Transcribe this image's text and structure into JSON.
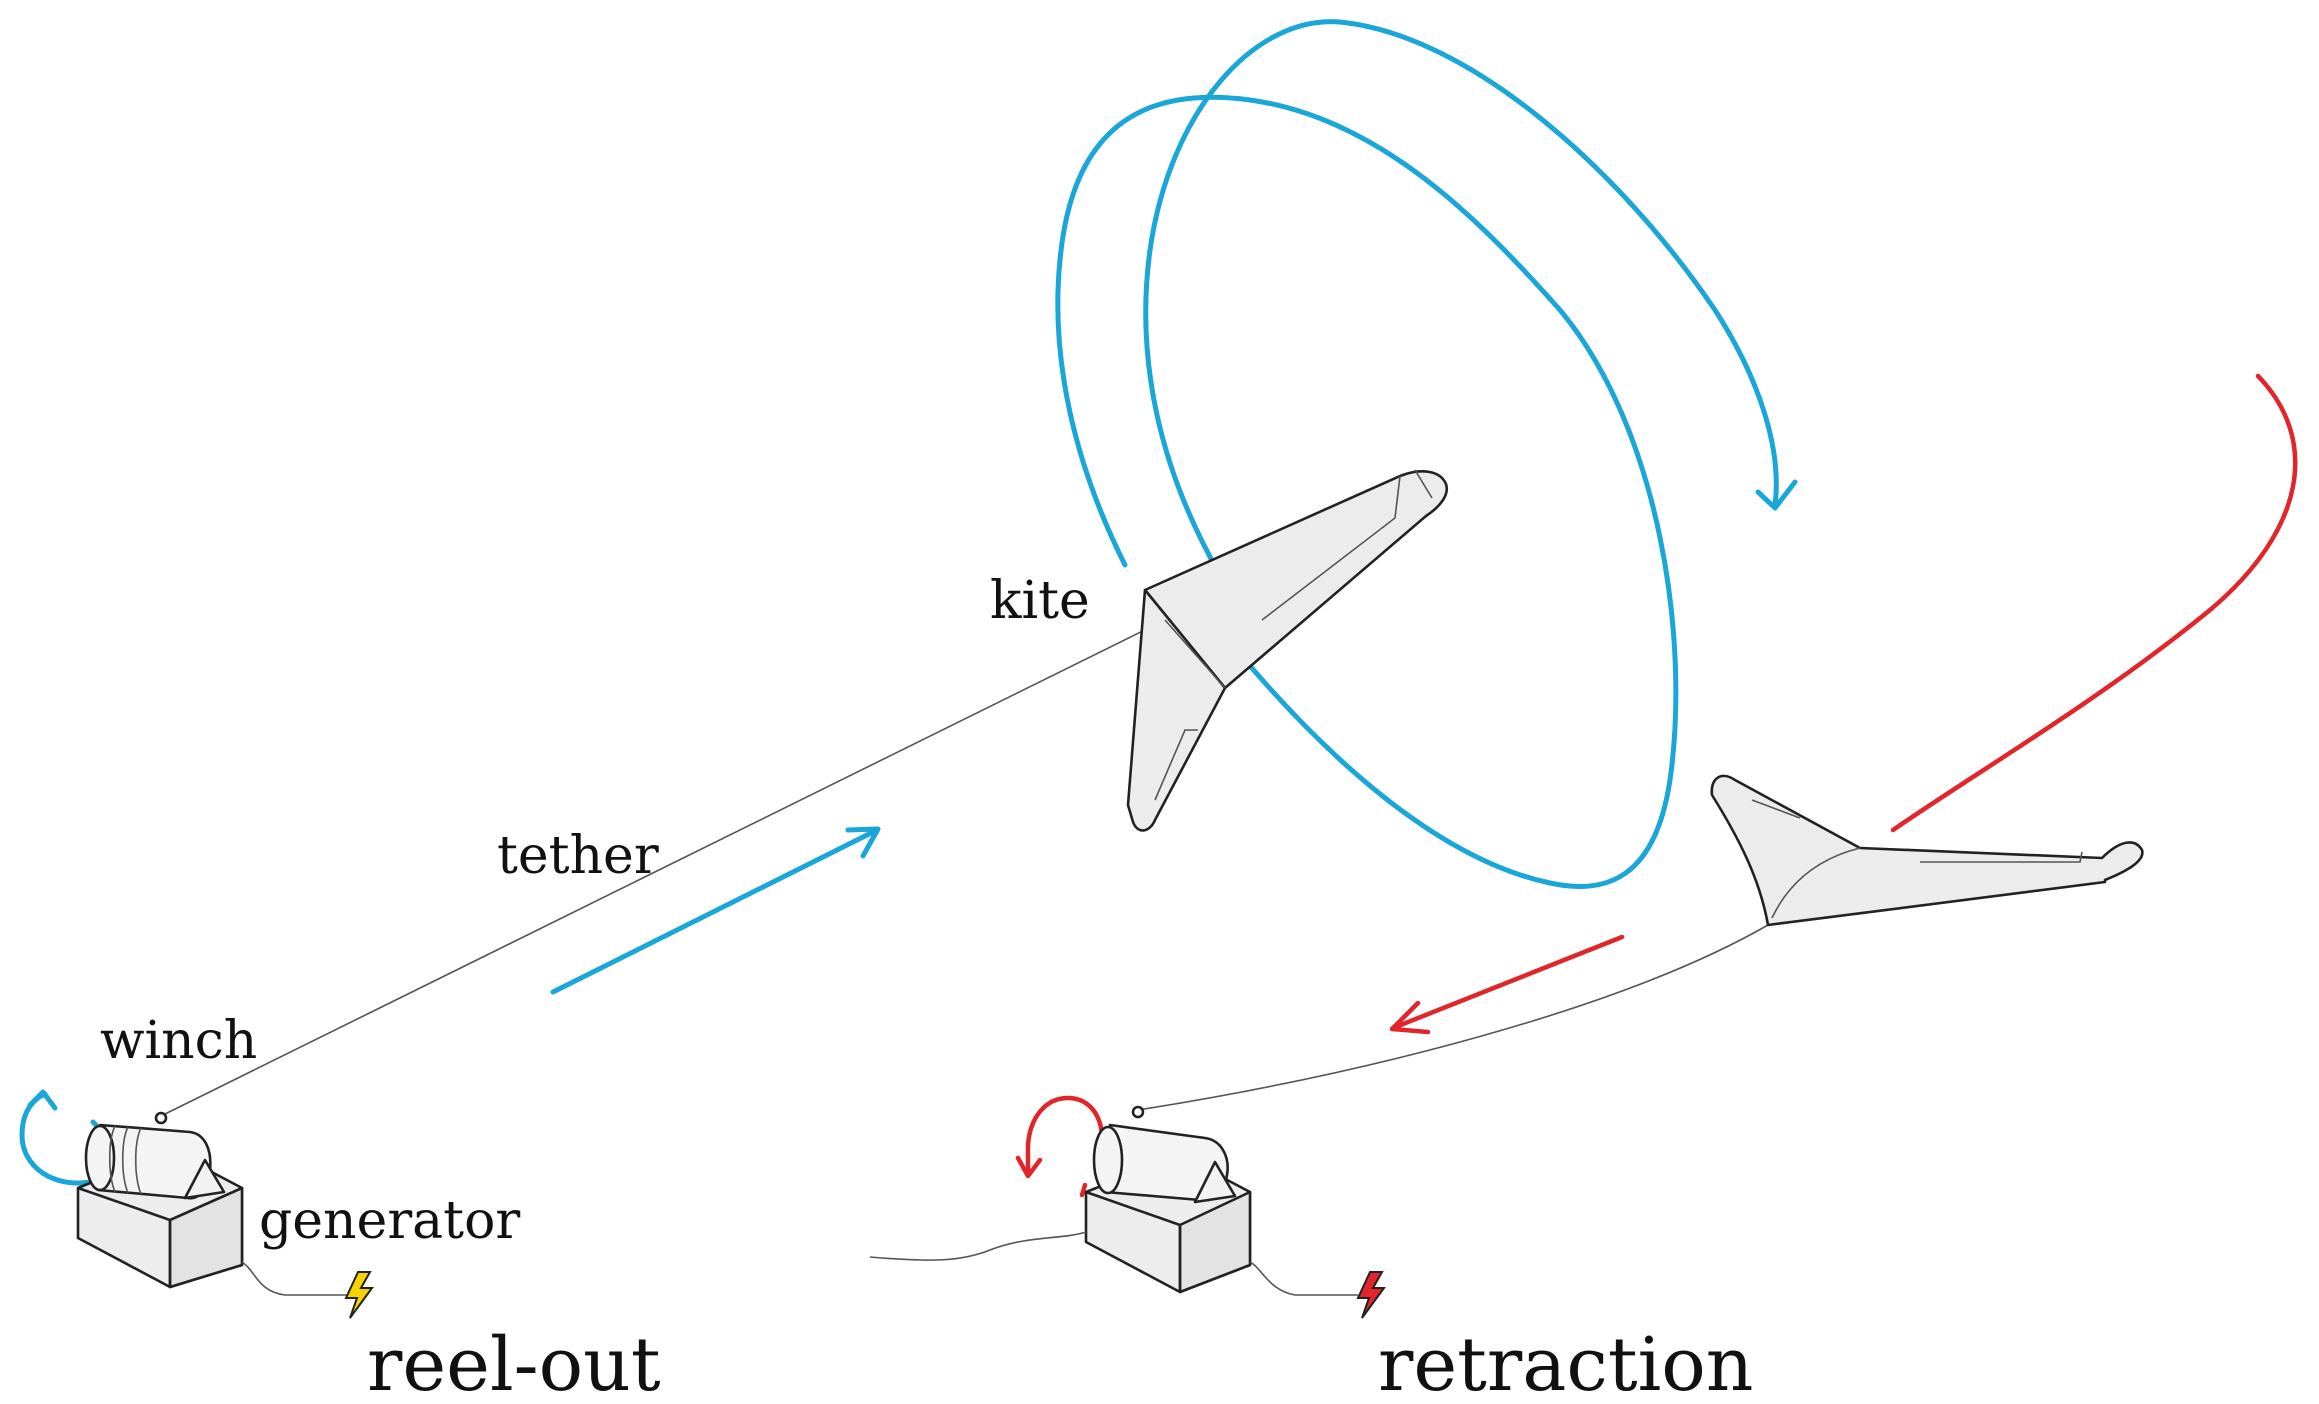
{
  "labels": {
    "kite": "kite",
    "tether": "tether",
    "winch": "winch",
    "generator": "generator",
    "phase_left": "reel-out",
    "phase_right": "retraction"
  },
  "colors": {
    "reel_out": "#1aa6d8",
    "retraction": "#e0252b",
    "power_reel_out": "#f5d400",
    "power_retraction": "#e0252b"
  },
  "icons": {
    "power_left": "lightning-bolt-icon",
    "power_right": "lightning-bolt-icon"
  }
}
